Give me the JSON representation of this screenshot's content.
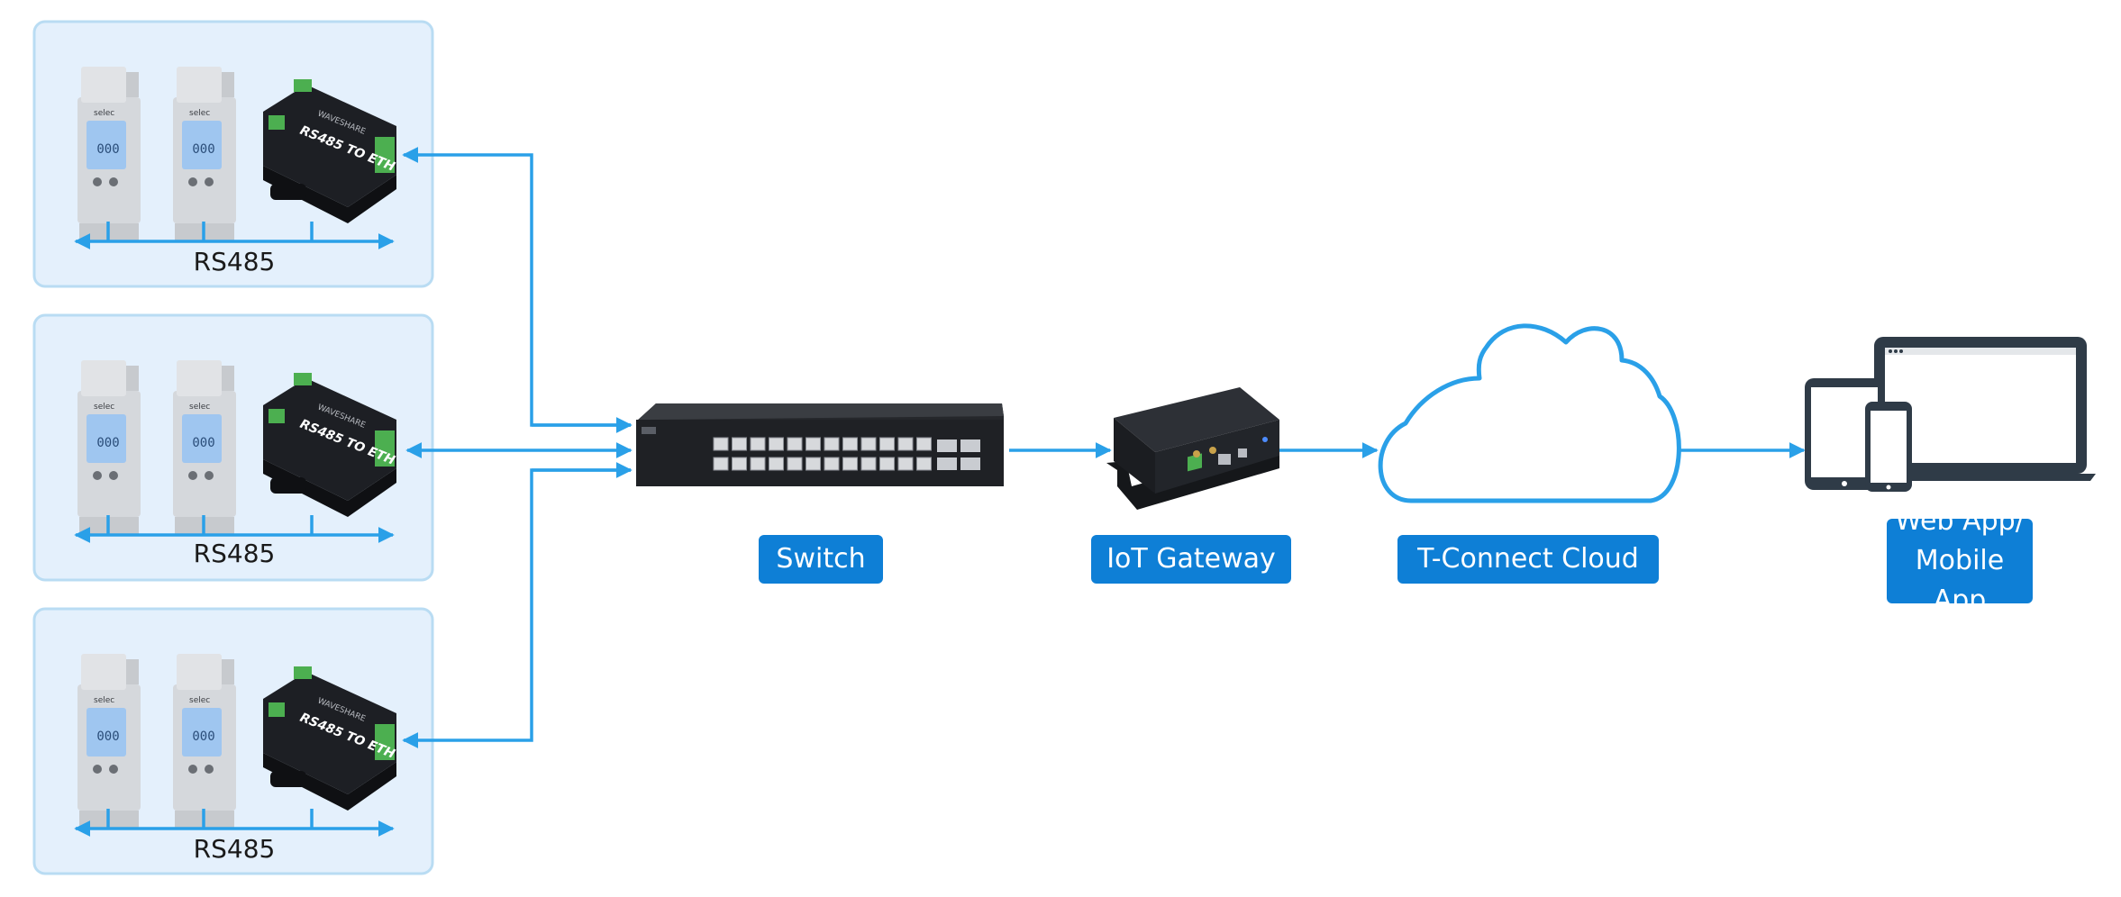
{
  "diagram": {
    "groups": [
      {
        "bus_label": "RS485",
        "converter_label": "RS485 TO ETH",
        "brand": "WAVESHARE"
      },
      {
        "bus_label": "RS485",
        "converter_label": "RS485 TO ETH",
        "brand": "WAVESHARE"
      },
      {
        "bus_label": "RS485",
        "converter_label": "RS485 TO ETH",
        "brand": "WAVESHARE"
      }
    ],
    "meter_brand": "selec",
    "meter_display": "000",
    "switch": {
      "label": "Switch"
    },
    "gateway": {
      "label": "IoT Gateway"
    },
    "cloud": {
      "label": "T-Connect Cloud"
    },
    "app": {
      "label_line1": "Web App/",
      "label_line2": "Mobile App"
    },
    "colors": {
      "accent": "#0e7fd6",
      "connector": "#2aa0e8",
      "panel_fill": "#e4f0fc",
      "panel_stroke": "#b9dcf3",
      "device_dark": "#1d1f24",
      "terminal_green": "#4caf50"
    },
    "icons": [
      "energy-meter-icon",
      "rs485-eth-converter-icon",
      "network-switch-icon",
      "iot-gateway-icon",
      "cloud-icon",
      "tablet-icon",
      "phone-icon",
      "laptop-icon"
    ]
  }
}
